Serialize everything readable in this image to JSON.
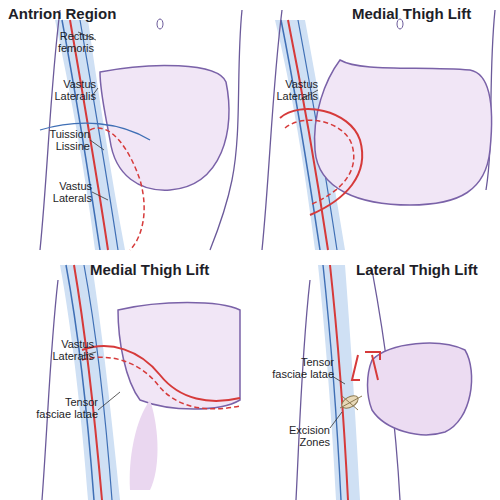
{
  "diagram": {
    "labels": [
      "Antrion Region",
      "Rectus femoris",
      "Vastus Lateralis",
      "Tuission Lissine",
      "Vastus Laterals",
      "Medial Thigh Lift",
      "Vastus Lateralis",
      "Medial Thigh Lift",
      "Vastus Lateralis",
      "Tensor fasciae latae",
      "Lateral Thigh Lift",
      "Tensor fasciae latae",
      "Excision Zones"
    ]
  }
}
